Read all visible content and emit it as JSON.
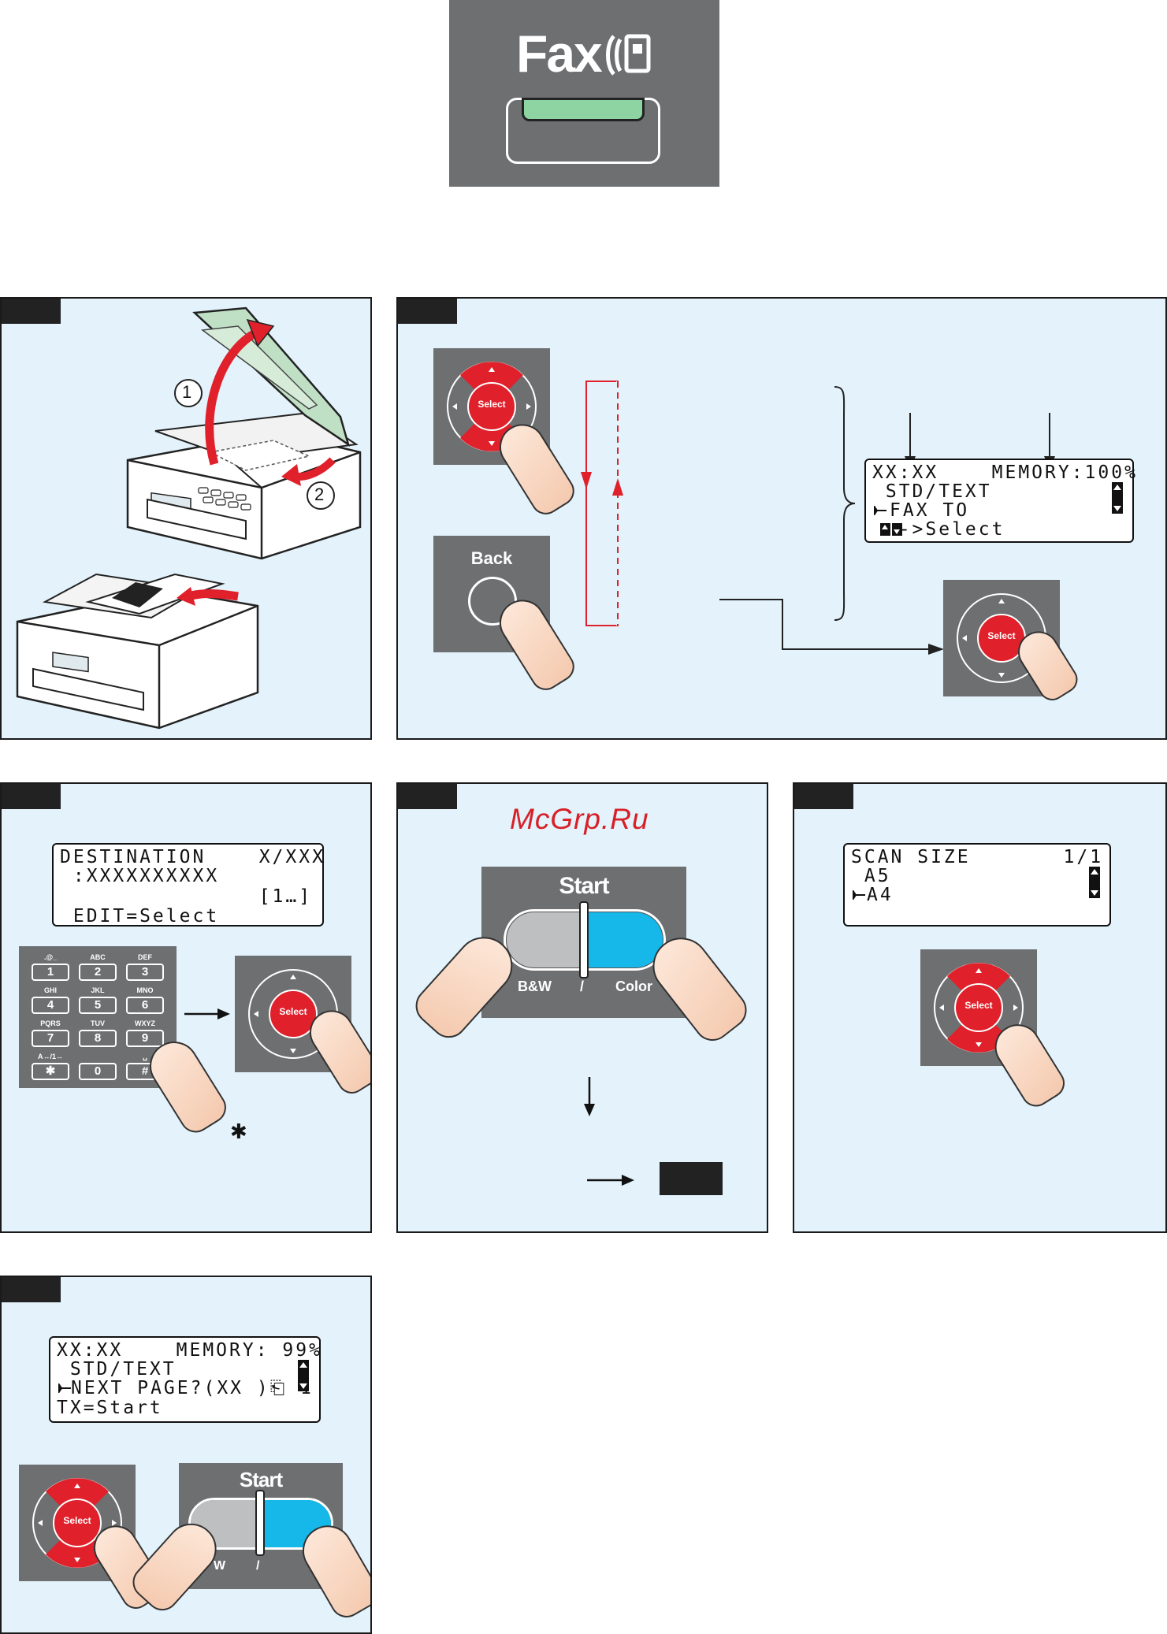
{
  "fax_key": {
    "label": "Fax",
    "icon": "fax-phone-icon",
    "led_color": "#8ed3a2"
  },
  "colors": {
    "panel_bg": "#e3f2fb",
    "key_gray": "#6e6f71",
    "accent_red": "#e0202a",
    "start_blue": "#16b8ea"
  },
  "step2": {
    "buttons": {
      "select_label": "Select",
      "back_label": "Back"
    },
    "lcd": [
      "XX:XX    MEMORY:100%",
      " STD/TEXT",
      "FAX TO",
      "  ->Select"
    ]
  },
  "step3": {
    "lcd": [
      "DESTINATION    X/XXX",
      " :XXXXXXXXXX",
      "               [1…]",
      " EDIT=Select"
    ],
    "keypad": [
      {
        "letters": ".@_",
        "key": "1"
      },
      {
        "letters": "ABC",
        "key": "2"
      },
      {
        "letters": "DEF",
        "key": "3"
      },
      {
        "letters": "GHI",
        "key": "4"
      },
      {
        "letters": "JKL",
        "key": "5"
      },
      {
        "letters": "MNO",
        "key": "6"
      },
      {
        "letters": "PQRS",
        "key": "7"
      },
      {
        "letters": "TUV",
        "key": "8"
      },
      {
        "letters": "WXYZ",
        "key": "9"
      },
      {
        "letters": "A↔/1↔",
        "key": "✱"
      },
      {
        "letters": "",
        "key": "0"
      },
      {
        "letters": "␣",
        "key": "#"
      }
    ],
    "select_label": "Select",
    "asterisk": "✱"
  },
  "step4": {
    "watermark": "McGrp.Ru",
    "start_label": "Start",
    "bw_label": "B&W",
    "color_label": "Color",
    "slash": "/"
  },
  "step5": {
    "lcd": [
      "SCAN SIZE       1/1",
      " A5",
      "A4"
    ],
    "select_label": "Select"
  },
  "step6": {
    "lcd": [
      "XX:XX    MEMORY: 99%",
      " STD/TEXT",
      "NEXT PAGE?(XX )⎗ 1",
      "TX=Start"
    ],
    "select_label": "Select",
    "start_label": "Start",
    "bw_label": "W",
    "slash": "/"
  }
}
